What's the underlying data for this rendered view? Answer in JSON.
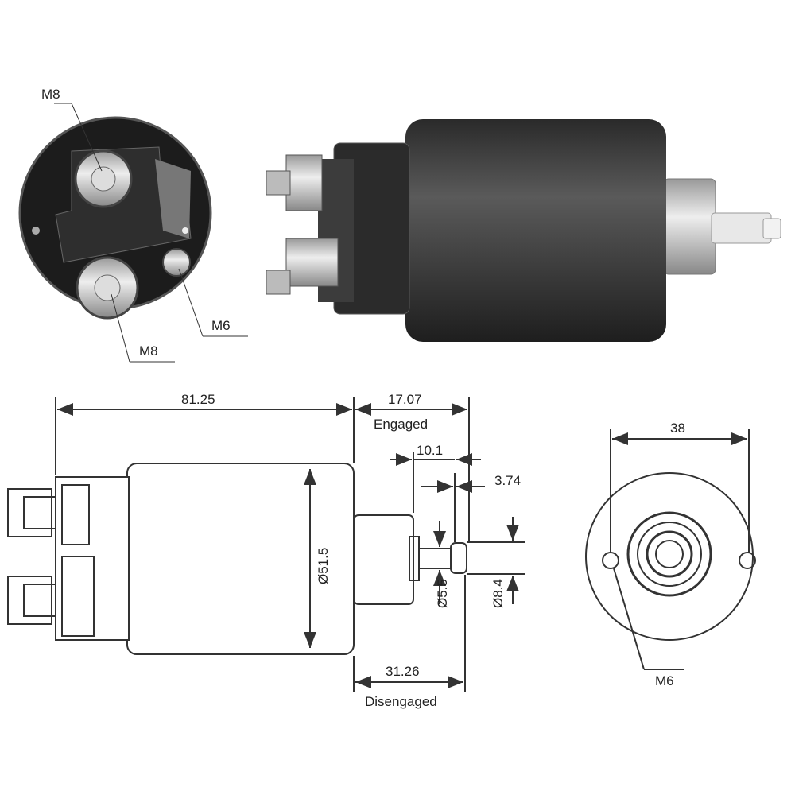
{
  "top_end_view": {
    "labels": {
      "m8_top": "M8",
      "m8_bottom": "M8",
      "m6": "M6"
    }
  },
  "side_dimensions": {
    "length": "81.25",
    "engaged_value": "17.07",
    "engaged_label": "Engaged",
    "dim_10_1": "10.1",
    "dim_3_74": "3.74",
    "diameter_body": "Ø51.5",
    "diameter_rod": "Ø5.5",
    "diameter_tip": "Ø8.4",
    "disengaged_value": "31.26",
    "disengaged_label": "Disengaged"
  },
  "front_view": {
    "hole_spacing": "38",
    "hole_label": "M6"
  },
  "colors": {
    "body": "#3a3a3a",
    "line": "#333333",
    "metal": "#c8c8c8"
  }
}
